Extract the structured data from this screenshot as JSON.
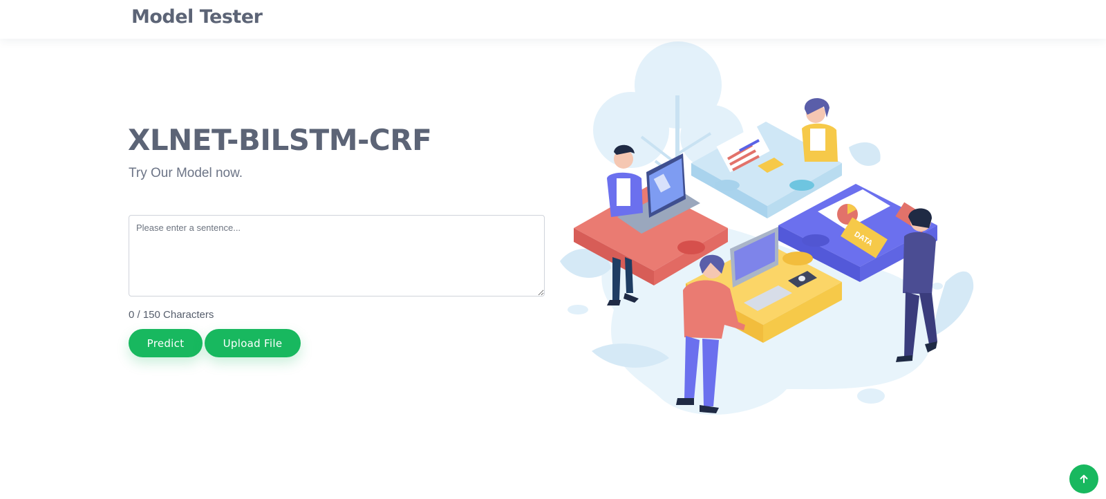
{
  "header": {
    "logo_text": "Model Tester"
  },
  "hero": {
    "title": "XLNET-BILSTM-CRF",
    "subtitle": "Try Our Model now."
  },
  "input": {
    "value": "",
    "placeholder": "Please enter a sentence...",
    "char_count_text": "0 / 150 Characters"
  },
  "actions": {
    "predict_label": "Predict",
    "upload_label": "Upload File"
  },
  "illustration": {
    "badge_text": "DATA"
  },
  "icons": {
    "scroll_top": "arrow-up-icon",
    "hero_image": "team-puzzle-illustration"
  },
  "colors": {
    "brand_green": "#18b85f",
    "heading": "#5c6476"
  }
}
